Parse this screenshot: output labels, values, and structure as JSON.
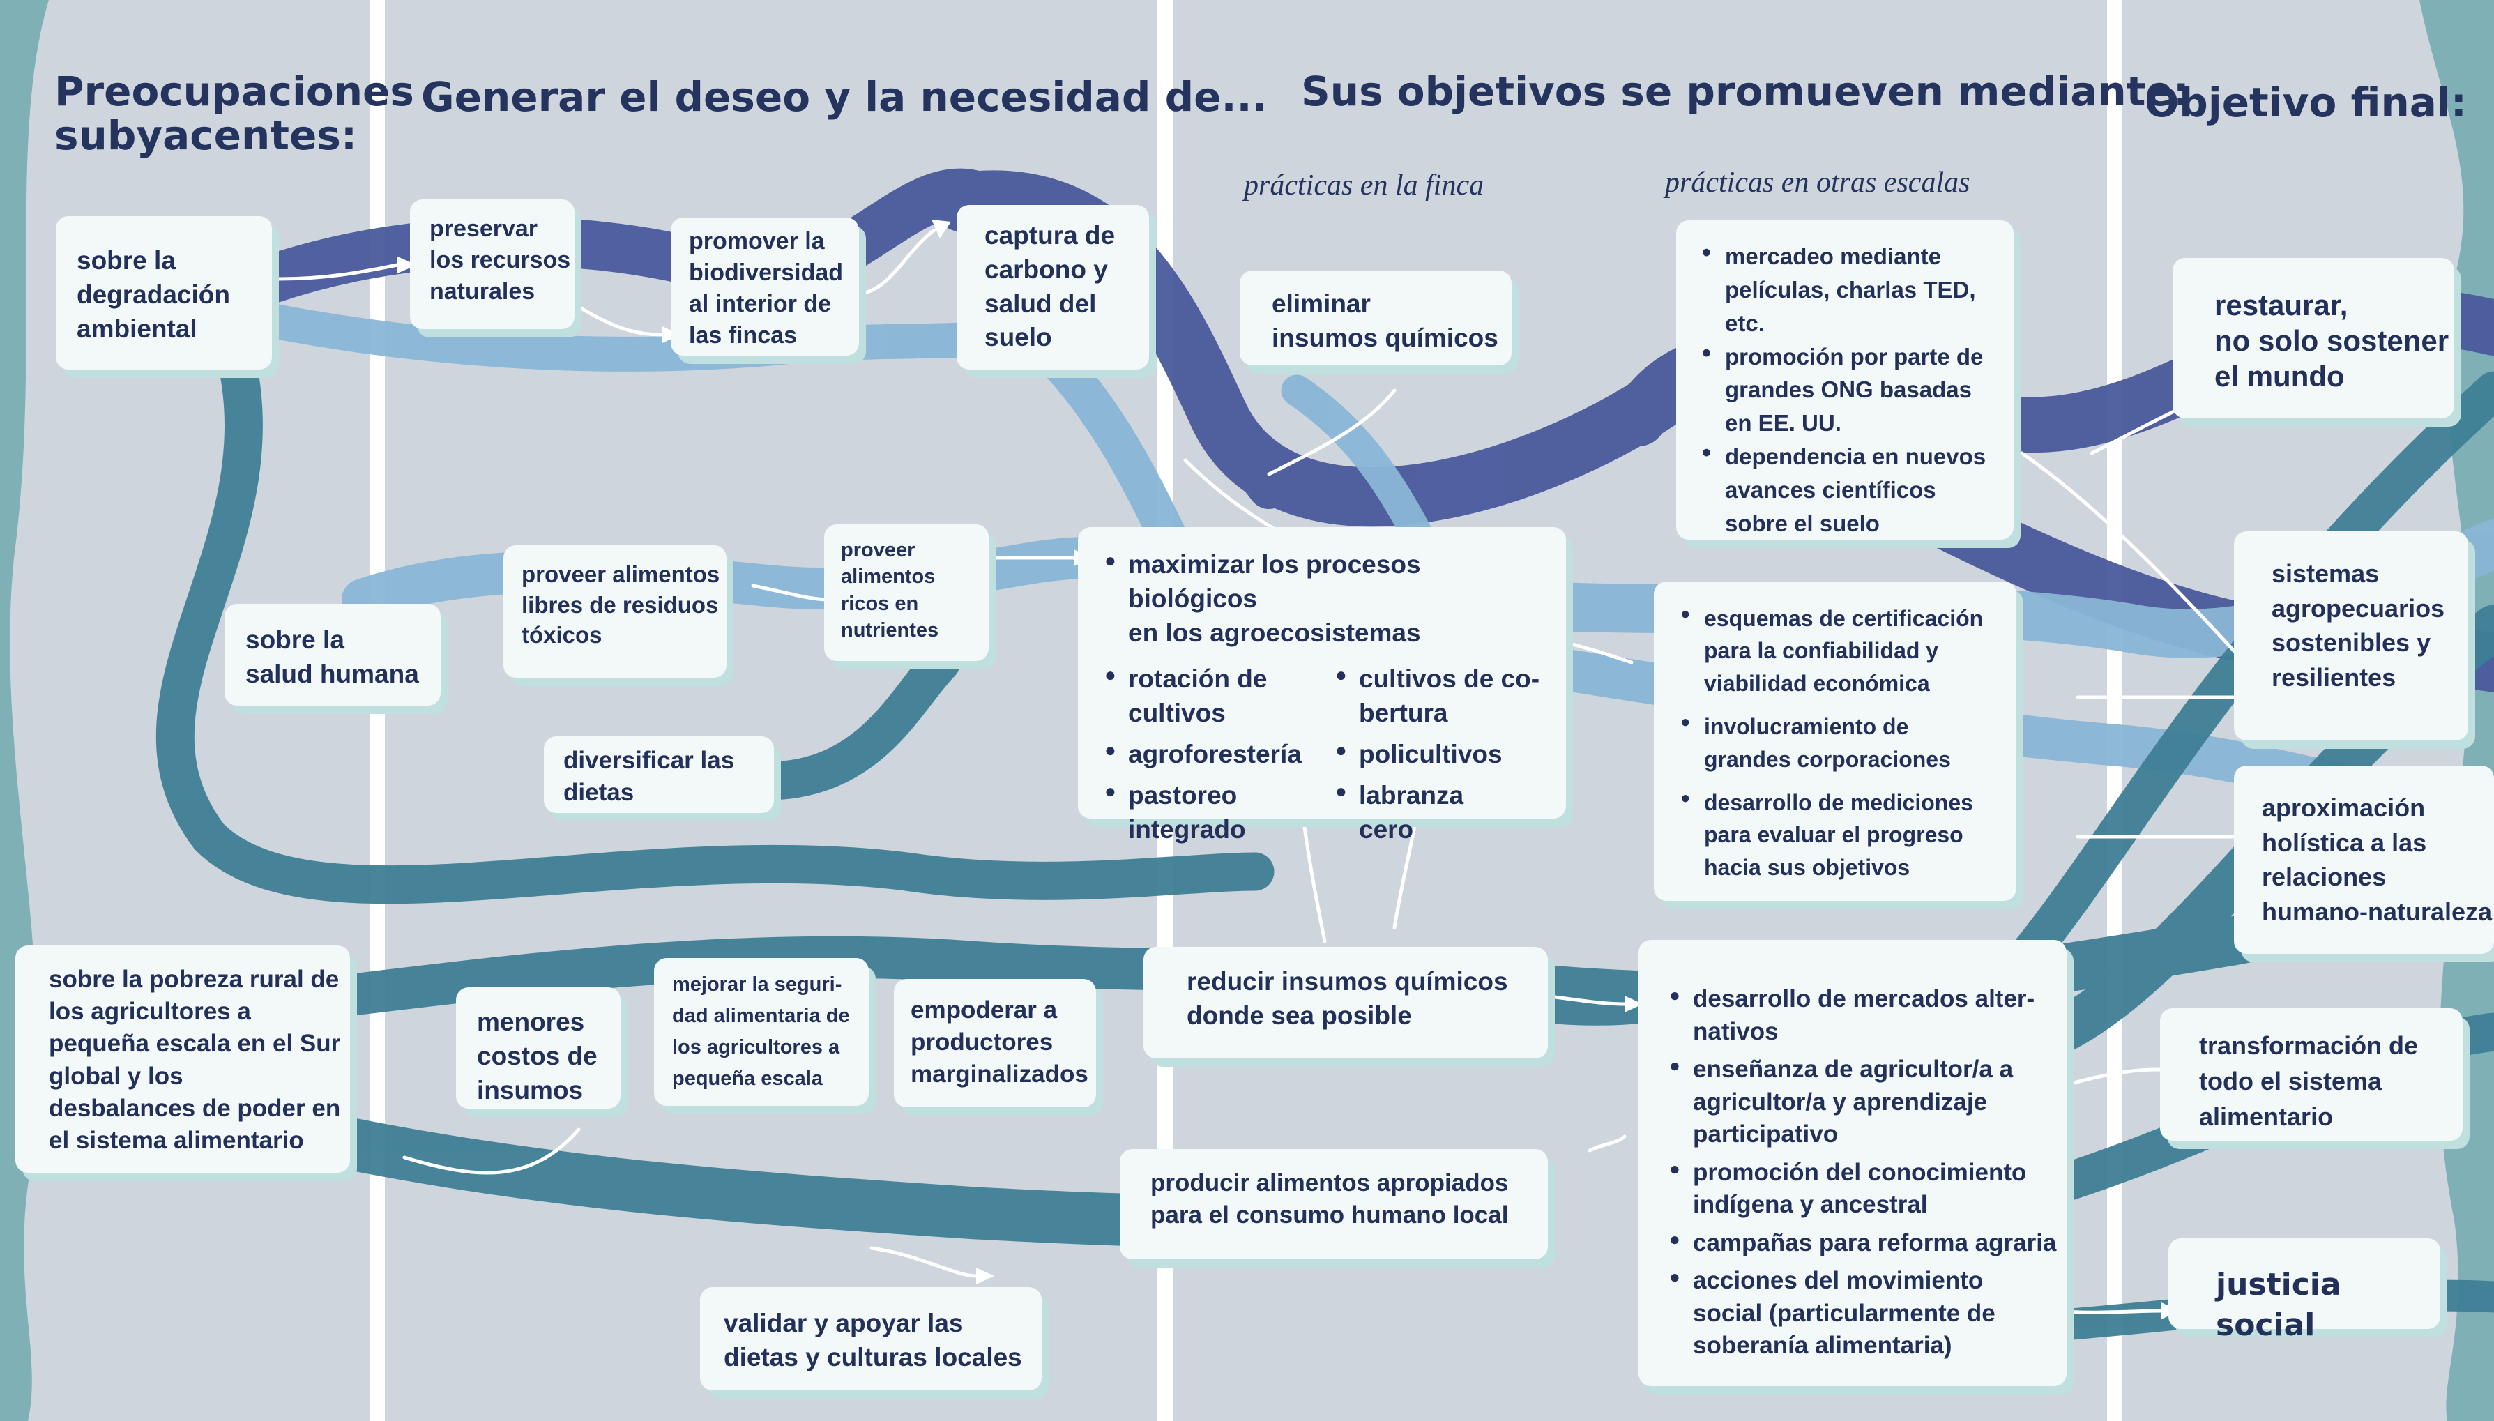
{
  "headings": {
    "col1": "Preocupaciones\nsubyacentes:",
    "col2": "Generar el deseo y la necesidad de...",
    "col3": "Sus objetivos se promueven mediante:",
    "col4": "Objetivo final:"
  },
  "subheadings": {
    "farm": "prácticas en la finca",
    "other": "prácticas en otras escalas"
  },
  "concerns": {
    "environment": "sobre la\ndegradación\nambiental",
    "health": "sobre la\nsalud humana",
    "poverty": "sobre la pobreza rural de\nlos agricultores a\npequeña escala en el Sur\nglobal y los\ndesbalances de poder en\nel sistema alimentario"
  },
  "needs": {
    "preserve": "preservar\nlos recursos\nnaturales",
    "biodiversity": "promover la\nbiodiversidad\nal interior de\nlas fincas",
    "carbon": "captura de\ncarbono y\nsalud del\nsuelo",
    "residue_free": "proveer alimentos\nlibres de residuos\ntóxicos",
    "nutrient_rich": "proveer\nalimentos\nricos en\nnutrientes",
    "diversify": "diversificar las\ndietas",
    "lower_costs": "menores\ncostos de\ninsumos",
    "food_security": "mejorar la seguri-\ndad alimentaria de\nlos agricultores a\npequeña escala",
    "empower": "empoderar a\nproductores\nmarginalizados",
    "validate": "validar y apoyar las\ndietas y culturas locales"
  },
  "farm_practices": {
    "eliminate": "eliminar\ninsumos químicos",
    "maximize_intro": "maximizar los procesos biológicos\nen los agroecosistemas",
    "left_items": [
      "rotación de\ncultivos",
      "agroforestería",
      "pastoreo integrado"
    ],
    "right_items": [
      "cultivos de co-\nbertura",
      "policultivos",
      "labranza\ncero"
    ],
    "reduce": "reducir insumos químicos\ndonde sea posible",
    "produce": "producir alimentos apropiados\npara el consumo humano local"
  },
  "other_scales": {
    "marketing": [
      "mercadeo mediante\npelículas, charlas TED,\netc.",
      "promoción por parte de\ngrandes ONG basadas\nen EE. UU.",
      "dependencia en nuevos\navances científicos\nsobre el suelo"
    ],
    "certification": [
      "esquemas de certificación\npara la confiabilidad y\nviabilidad económica",
      "involucramiento de\ngrandes corporaciones",
      "desarrollo de mediciones\npara evaluar el progreso\nhacia sus objetivos"
    ],
    "movements": [
      "desarrollo de mercados alter-\nnativos",
      "enseñanza de agricultor/a a\nagricultor/a y aprendizaje\nparticipativo",
      "promoción del conocimiento\nindígena y ancestral",
      "campañas para reforma agraria",
      "acciones del movimiento\nsocial (particularmente de\nsoberanía alimentaria)"
    ]
  },
  "goals": {
    "restore": "restaurar,\nno solo sostener\nel mundo",
    "resilient": "sistemas\nagropecuarios\nsostenibles y\nresilientes",
    "holistic": "aproximación\nholística a las\nrelaciones\nhumano-naturaleza",
    "transform": "transformación de\ntodo el sistema\nalimentario",
    "justice": "justicia social"
  },
  "colors": {
    "background": "#cfd5dc",
    "stream_dark_blue": "#4a5a9c",
    "stream_light_blue": "#8ab6d6",
    "stream_teal": "#3f7f96",
    "box_fill": "#f3f8f8",
    "box_shadow": "#bfe0df",
    "text": "#23305a"
  }
}
